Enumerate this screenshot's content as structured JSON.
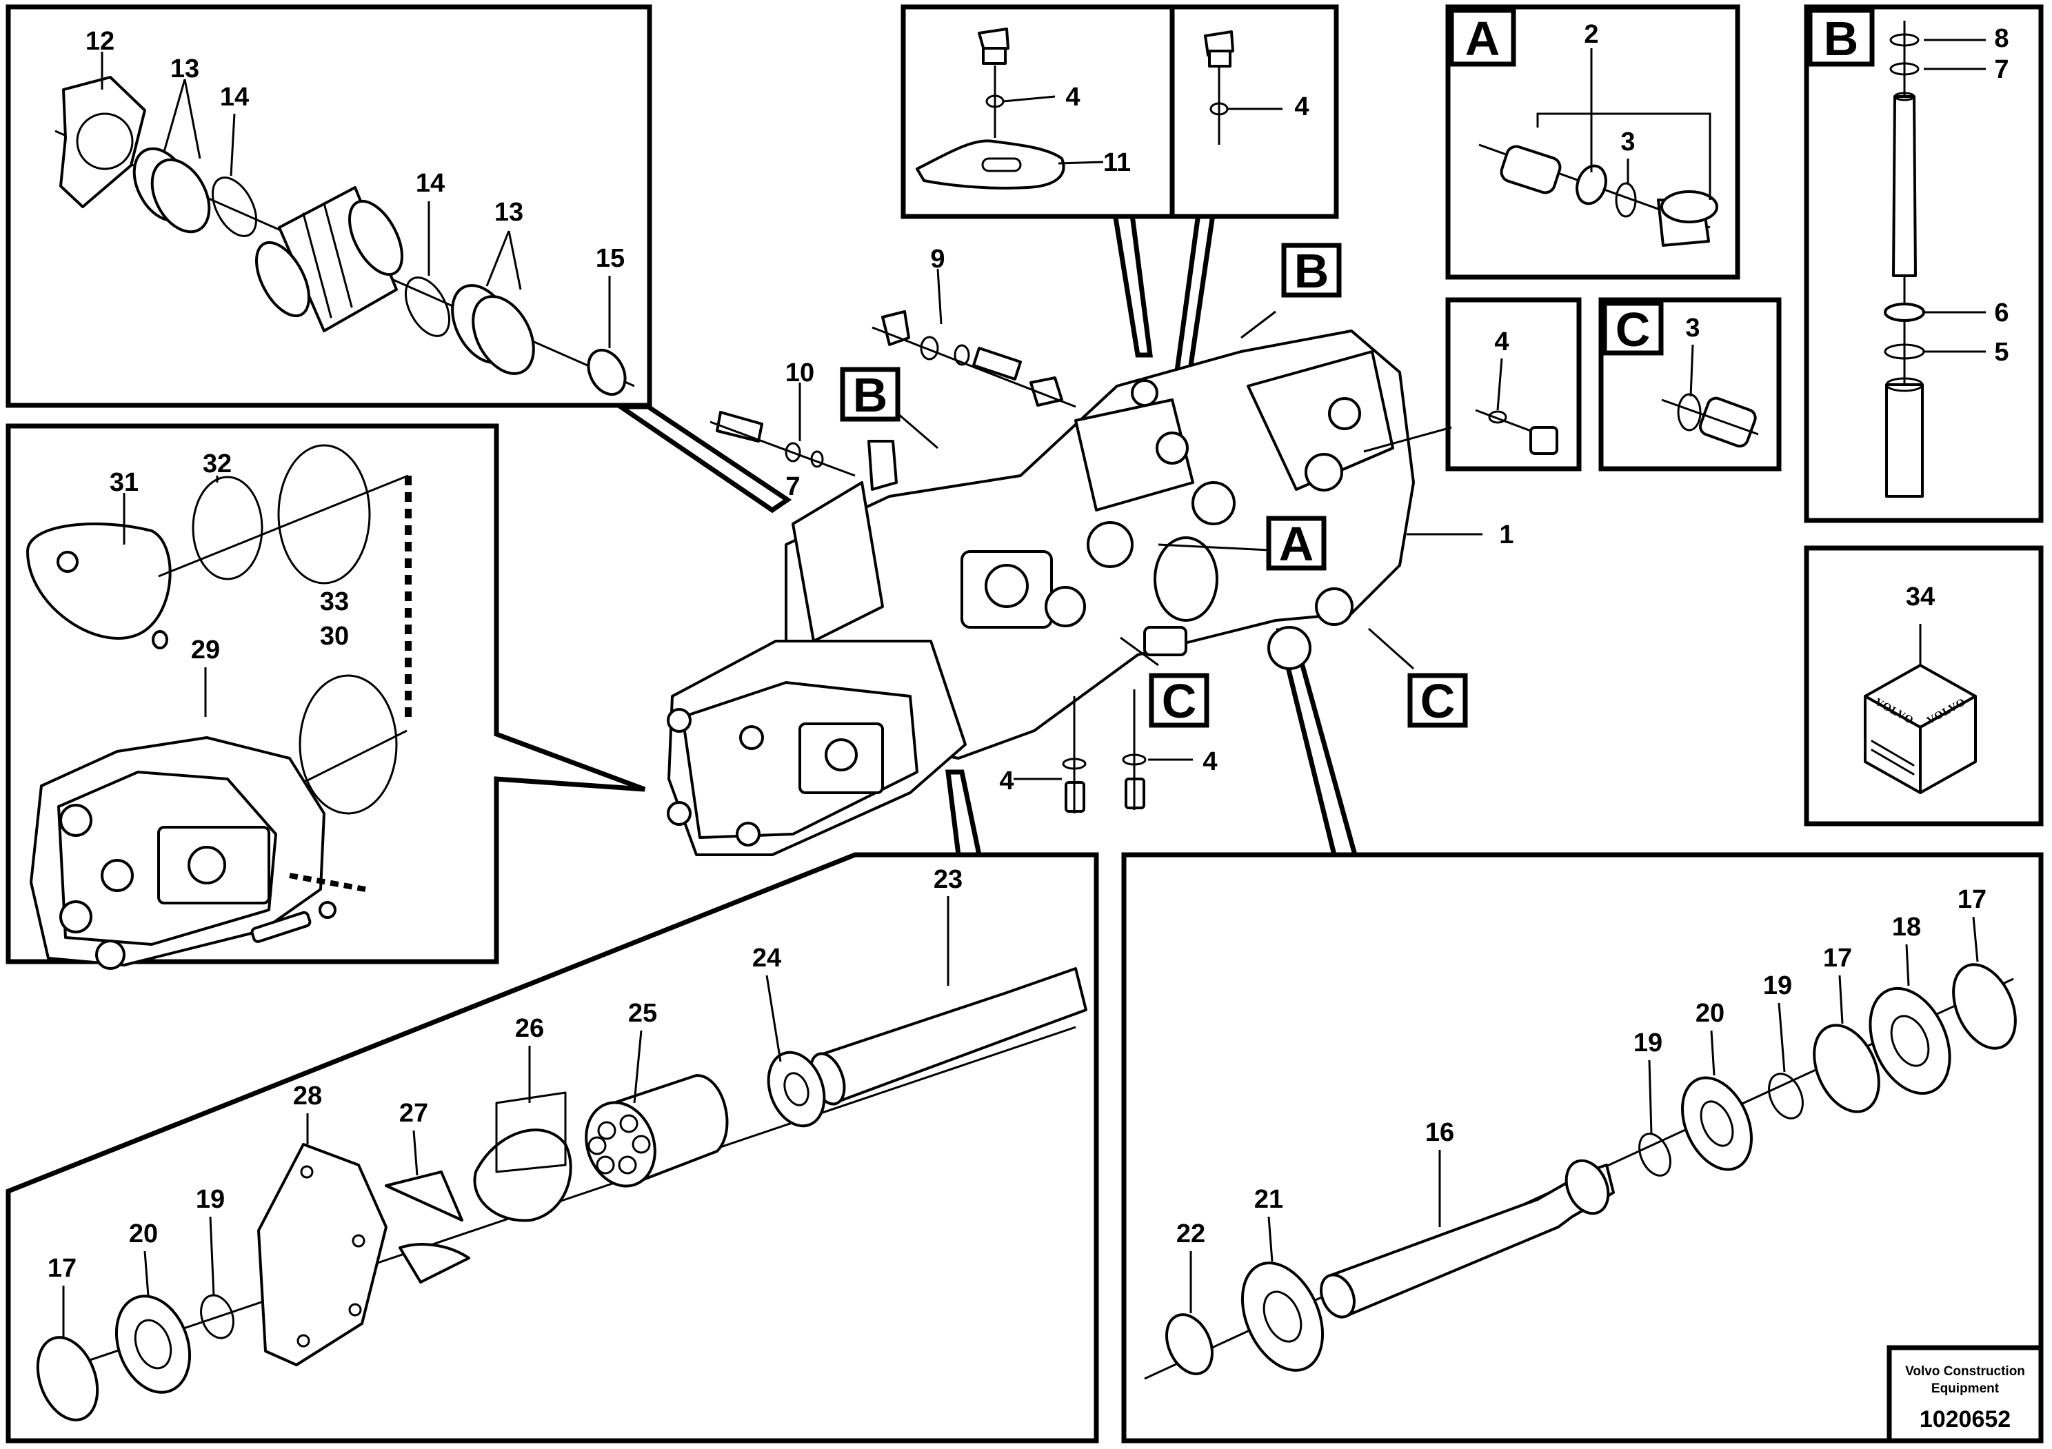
{
  "detail_letters": {
    "a": "A",
    "b": "B",
    "c": "C"
  },
  "callouts": {
    "n1": "1",
    "n2": "2",
    "n3": "3",
    "n4": "4",
    "n5": "5",
    "n6": "6",
    "n7": "7",
    "n8": "8",
    "n9": "9",
    "n10": "10",
    "n11": "11",
    "n12": "12",
    "n13": "13",
    "n14": "14",
    "n15": "15",
    "n16": "16",
    "n17": "17",
    "n18": "18",
    "n19": "19",
    "n20": "20",
    "n21": "21",
    "n22": "22",
    "n23": "23",
    "n24": "24",
    "n25": "25",
    "n26": "26",
    "n27": "27",
    "n28": "28",
    "n29": "29",
    "n30": "30",
    "n31": "31",
    "n32": "32",
    "n33": "33",
    "n34": "34"
  },
  "footer": {
    "company_line1": "Volvo Construction",
    "company_line2": "Equipment",
    "drawing_number": "1020652"
  },
  "kit_logo": "VOLVO"
}
